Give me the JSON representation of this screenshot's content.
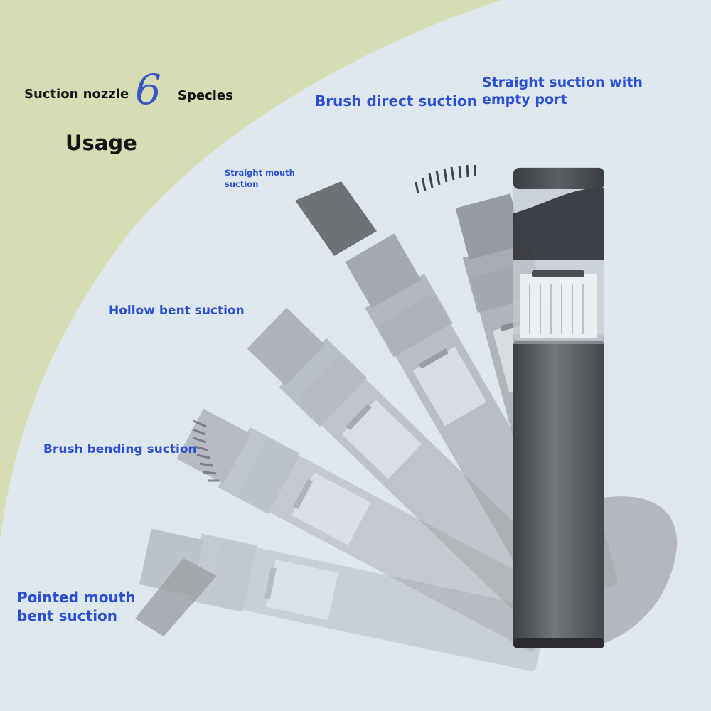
{
  "heading": {
    "suction_nozzle": "Suction nozzle",
    "count": "6",
    "species": "Species",
    "usage": "Usage"
  },
  "nozzles": {
    "brush_direct": "Brush direct suction",
    "straight_empty_line1": "Straight suction with",
    "straight_empty_line2": "empty port",
    "straight_mouth_line1": "Straight mouth",
    "straight_mouth_line2": "suction",
    "hollow_bent": "Hollow bent suction",
    "brush_bending": "Brush bending suction",
    "pointed_line1": "Pointed mouth",
    "pointed_line2": "bent suction"
  },
  "colors": {
    "background": "#dfe7ee",
    "green_area": "#d5ddb2",
    "label_blue": "#2b50d6",
    "heading_dark": "#151515",
    "vacuum_body": "#5b5e63"
  },
  "icons": [
    "vacuum-cleaner-icon"
  ]
}
